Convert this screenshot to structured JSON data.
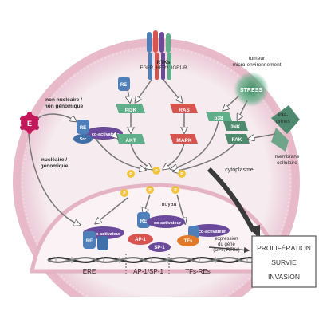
{
  "colors": {
    "cell_fill": "#f3e4ea",
    "membrane": "#e7b9c9",
    "nucleus_fill": "#fbf2f5",
    "receptor": "#4f7fb8",
    "kinase_green": "#5faf8a",
    "kinase_red": "#d8544f",
    "coactivator": "#6b4a9b",
    "estrogen": "#c2185b",
    "stress": "#2f8a5a",
    "integrin": "#4f8a6e",
    "tf_orange": "#e07a2a",
    "phosphate": "#f2c43c"
  },
  "labels": {
    "rtks": "RTKs",
    "rtks_list": "EGFR, HER2, IGF1-R",
    "tumor_env": "tumeur",
    "tumor_env_2": "micro-environnement",
    "stress": "STRESS",
    "non_nuclear": "non nucléaire /",
    "non_genomic": "non génomique",
    "nuclear": "nucléaire /",
    "genomic": "génomique",
    "estrogen": "E",
    "re": "RE",
    "src": "Src",
    "coactivator": "co-activateur",
    "pi3k": "PI3K",
    "ras": "RAS",
    "akt": "AKT",
    "mapk": "MAPK",
    "p38": "p38",
    "jnk": "JNK",
    "fak": "FAK",
    "integrins": "inté-",
    "integrins_2": "grines",
    "membrane": "membrane",
    "membrane_2": "cellulaire",
    "cytoplasm": "cytoplasme",
    "nucleus": "noyau",
    "ap1": "AP-1",
    "sp1": "SP-1",
    "tfs": "TFs",
    "expression": "expression",
    "expression_2": "du gène",
    "expression_3": "(GFs, RTKs)",
    "ere": "ERE",
    "ap1_sp1": "AP-1/SP-1",
    "tfs_res": "TFs-REs",
    "p": "P"
  },
  "outcomes": [
    "PROLIFÉRATION",
    "SURVIE",
    "INVASION"
  ]
}
